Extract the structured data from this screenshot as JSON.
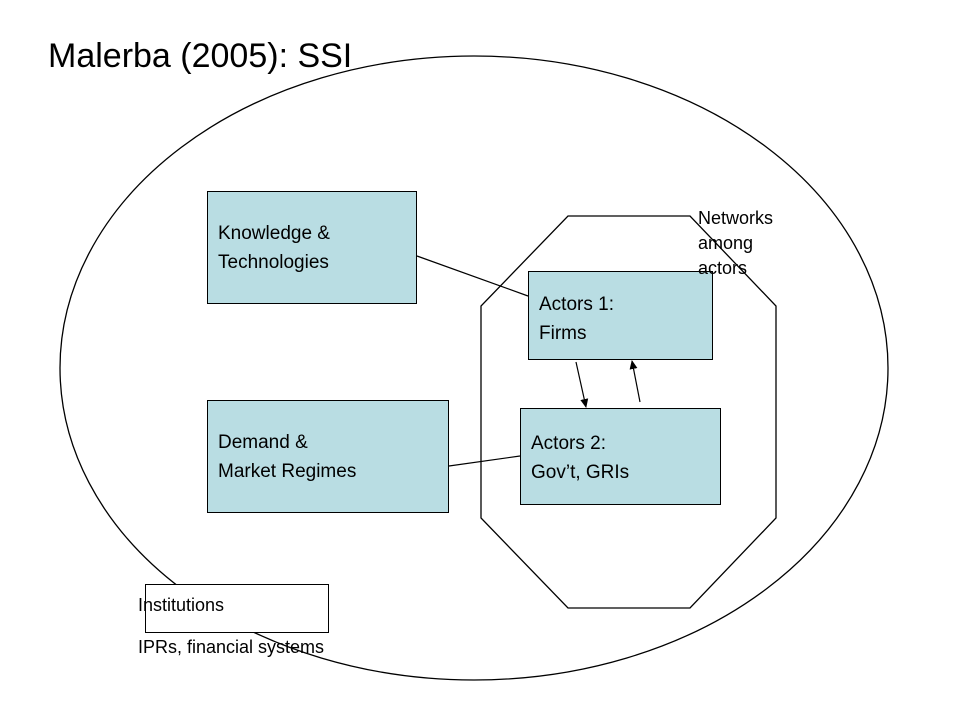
{
  "title": "Malerba (2005):  SSI",
  "nodes": {
    "knowledge": {
      "line1": "Knowledge &",
      "line2": "Technologies"
    },
    "demand": {
      "line1": "Demand &",
      "line2": "Market Regimes"
    },
    "actors1": {
      "line1": "Actors 1:",
      "line2": "Firms"
    },
    "actors2": {
      "line1": "Actors 2:",
      "line2": "Gov’t, GRIs"
    }
  },
  "networks_label": {
    "line1": "Networks",
    "line2": "among",
    "line3": "actors"
  },
  "institutions": {
    "label": "Institutions",
    "detail": "IPRs, financial systems"
  },
  "colors": {
    "box_fill": "#b9dde3",
    "stroke": "#000000",
    "background": "#ffffff"
  }
}
